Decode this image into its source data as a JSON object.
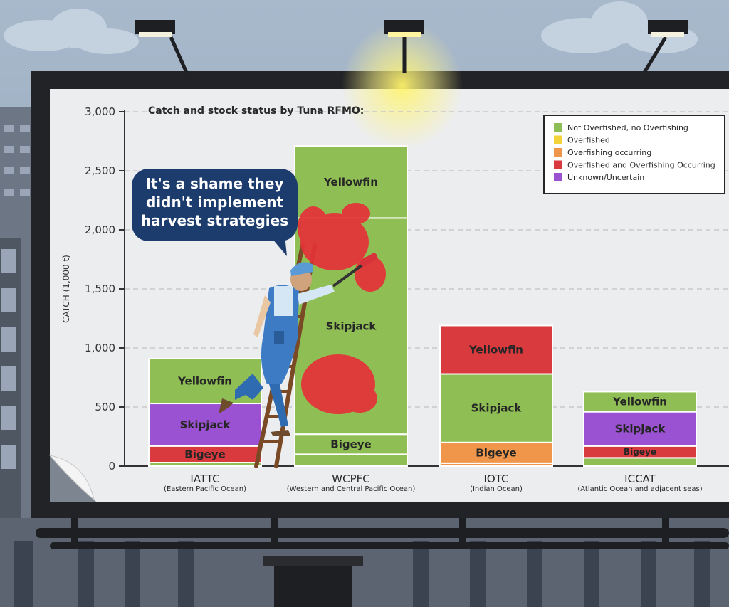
{
  "title": "Catch and stock status by Tuna RFMO:",
  "speech_bubble": [
    "It's a shame they",
    "didn't implement",
    "harvest strategies"
  ],
  "colors": {
    "not_overfished": "#8fbe55",
    "overfished": "#f2d33a",
    "overfishing": "#f0964a",
    "overfished_and_overfishing": "#d83a3e",
    "unknown": "#9b52d2",
    "bubble": "#1d3c6e"
  },
  "chart_data": {
    "type": "bar",
    "stacked": true,
    "title": "Catch and stock status by Tuna RFMO:",
    "ylabel": "CATCH (1,000 t)",
    "ylim": [
      0,
      3000
    ],
    "yticks": [
      "3,000",
      "2,500",
      "2,000",
      "1,500",
      "1,000",
      "500",
      "0"
    ],
    "legend_position": "top-right",
    "legend": [
      {
        "label": "Not Overfished, no Overfishing",
        "status": "not_overfished"
      },
      {
        "label": "Overfished",
        "status": "overfished"
      },
      {
        "label": "Overfishing occurring",
        "status": "overfishing"
      },
      {
        "label": "Overfished and Overfishing Occurring",
        "status": "overfished_and_overfishing"
      },
      {
        "label": "Unknown/Uncertain",
        "status": "unknown"
      }
    ],
    "groups": [
      {
        "name": "IATTC",
        "subtitle": "(Eastern Pacific Ocean)",
        "segments": [
          {
            "value": 30,
            "status": "not_overfished",
            "label": ""
          },
          {
            "value": 140,
            "status": "overfished_and_overfishing",
            "label": "Bigeye"
          },
          {
            "value": 360,
            "status": "unknown",
            "label": "Skipjack"
          },
          {
            "value": 380,
            "status": "not_overfished",
            "label": "Yellowfin"
          }
        ]
      },
      {
        "name": "WCPFC",
        "subtitle": "(Western and Central Pacific Ocean)",
        "segments": [
          {
            "value": 100,
            "status": "not_overfished",
            "label": ""
          },
          {
            "value": 170,
            "status": "not_overfished",
            "label": "Bigeye"
          },
          {
            "value": 1830,
            "status": "not_overfished",
            "label": "Skipjack"
          },
          {
            "value": 610,
            "status": "not_overfished",
            "label": "Yellowfin"
          }
        ]
      },
      {
        "name": "IOTC",
        "subtitle": "(Indian Ocean)",
        "segments": [
          {
            "value": 25,
            "status": "overfishing",
            "label": ""
          },
          {
            "value": 175,
            "status": "overfishing",
            "label": "Bigeye"
          },
          {
            "value": 580,
            "status": "not_overfished",
            "label": "Skipjack"
          },
          {
            "value": 410,
            "status": "overfished_and_overfishing",
            "label": "Yellowfin"
          }
        ]
      },
      {
        "name": "ICCAT",
        "subtitle": "(Atlantic Ocean and adjacent seas)",
        "segments": [
          {
            "value": 70,
            "status": "not_overfished",
            "label": ""
          },
          {
            "value": 100,
            "status": "overfished_and_overfishing",
            "label": "Bigeye"
          },
          {
            "value": 290,
            "status": "unknown",
            "label": "Skipjack"
          },
          {
            "value": 170,
            "status": "not_overfished",
            "label": "Yellowfin"
          }
        ]
      }
    ]
  }
}
